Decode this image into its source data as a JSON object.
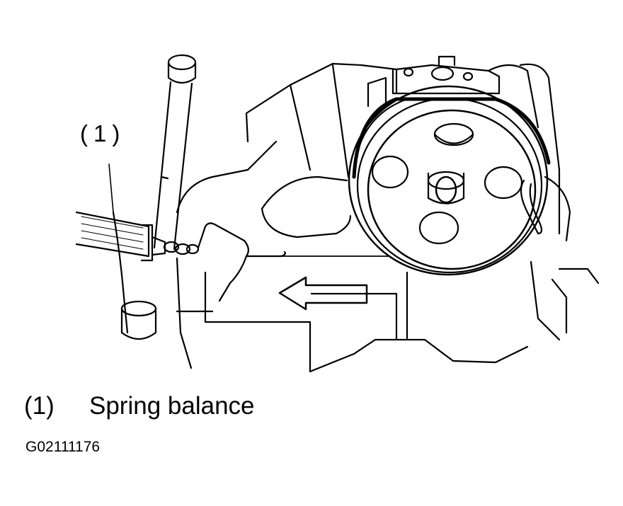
{
  "figure": {
    "callout": "(1)",
    "legend": [
      {
        "number": "(1)",
        "text": "Spring balance"
      }
    ],
    "figure_id": "G02111176"
  },
  "colors": {
    "ink": "#000000",
    "paper": "#ffffff"
  }
}
